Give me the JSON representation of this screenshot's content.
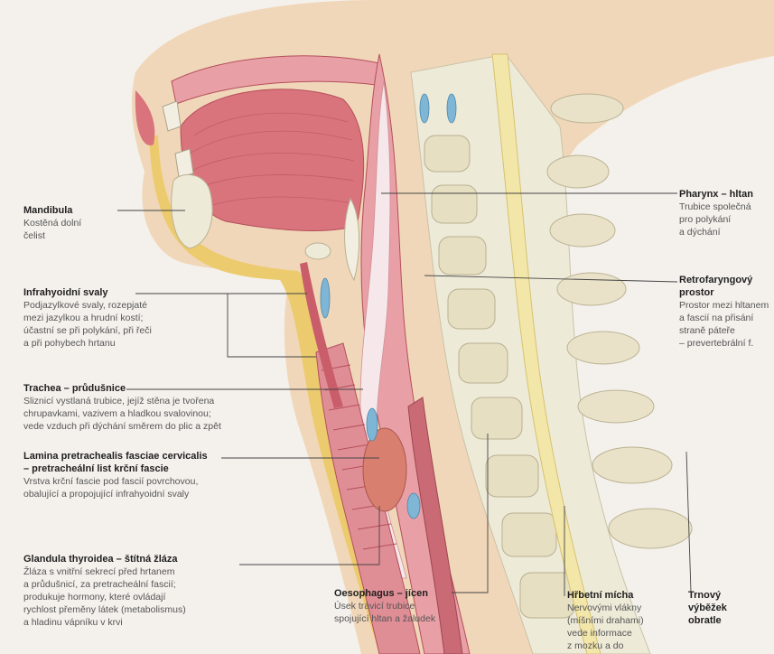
{
  "labels": {
    "mandibula": {
      "title": "Mandibula",
      "desc": [
        "Kostěná dolní",
        "čelist"
      ]
    },
    "infrahyoid": {
      "title": "Infrahyoidní svaly",
      "desc": [
        "Podjazylkové svaly, rozepjaté",
        "mezi jazylkou a hrudní kostí;",
        "účastní se při polykání, při řeči",
        "a při pohybech hrtanu"
      ]
    },
    "trachea": {
      "title": "Trachea – průdušnice",
      "desc": [
        "Sliznicí vystlaná trubice, jejíž stěna je tvořena",
        "chrupavkami, vazivem a hladkou svalovinou;",
        "vede vzduch při dýchání směrem do plic a zpět"
      ]
    },
    "lamina": {
      "title1": "Lamina pretrachealis fasciae cervicalis",
      "title2": "– pretracheální list krční fascie",
      "desc": [
        "Vrstva krční fascie pod fascií povrchovou,",
        "obalující a propojující infrahyoidní svaly"
      ]
    },
    "thyroid": {
      "title": "Glandula thyroidea – štítná žláza",
      "desc": [
        "Žláza s vnitřní sekrecí před hrtanem",
        "a průdušnicí, za pretracheální fascií;",
        "produkuje hormony, které ovládají",
        "rychlost přeměny látek (metabolismus)",
        "a hladinu vápníku v krvi"
      ]
    },
    "oesophagus": {
      "title": "Oesophagus – jícen",
      "desc": [
        "Úsek trávicí trubice",
        "spojující hltan a žaludek"
      ]
    },
    "spinal": {
      "title": "Hřbetní mícha",
      "desc": [
        "Nervovými vlákny",
        "(míšními drahami)",
        "vede informace",
        "z mozku a do"
      ]
    },
    "process": {
      "title": [
        "Trnový",
        "výběžek",
        "obratle"
      ]
    },
    "pharynx": {
      "title": "Pharynx – hltan",
      "desc": [
        "Trubice společná",
        "pro polykání",
        "a dýchání"
      ]
    },
    "retro": {
      "title1": "Retrofaryngový",
      "title2": "prostor",
      "desc": [
        "Prostor mezi hltanem",
        "a fascií na přisání",
        "straně páteře",
        "– prevertebrální f."
      ]
    }
  },
  "colors": {
    "background": "#f4f1ec",
    "muscle": "#d9747d",
    "mucosa": "#e8a0a6",
    "bone": "#eeead8",
    "fat": "#eccb6e",
    "blue": "#7fb6d6",
    "leader": "#444444"
  }
}
